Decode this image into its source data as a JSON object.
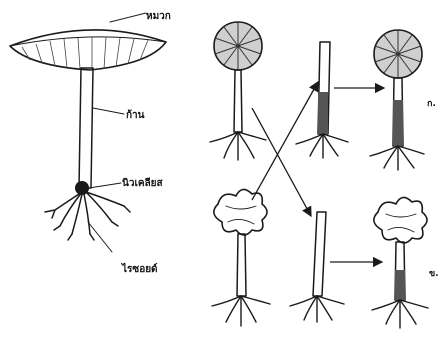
{
  "labels": {
    "cap": "หมวก",
    "stalk": "ก้าน",
    "nucleus": "นิวเคลียส",
    "rhizoid": "ไรซอยด์"
  },
  "rows": {
    "top": "ก.",
    "bottom": "ข."
  },
  "colors": {
    "ink": "#1a1a1a",
    "cap_fill": "#d9d9d9",
    "stalk_fill": "#eeeeee",
    "paper": "#ffffff"
  }
}
